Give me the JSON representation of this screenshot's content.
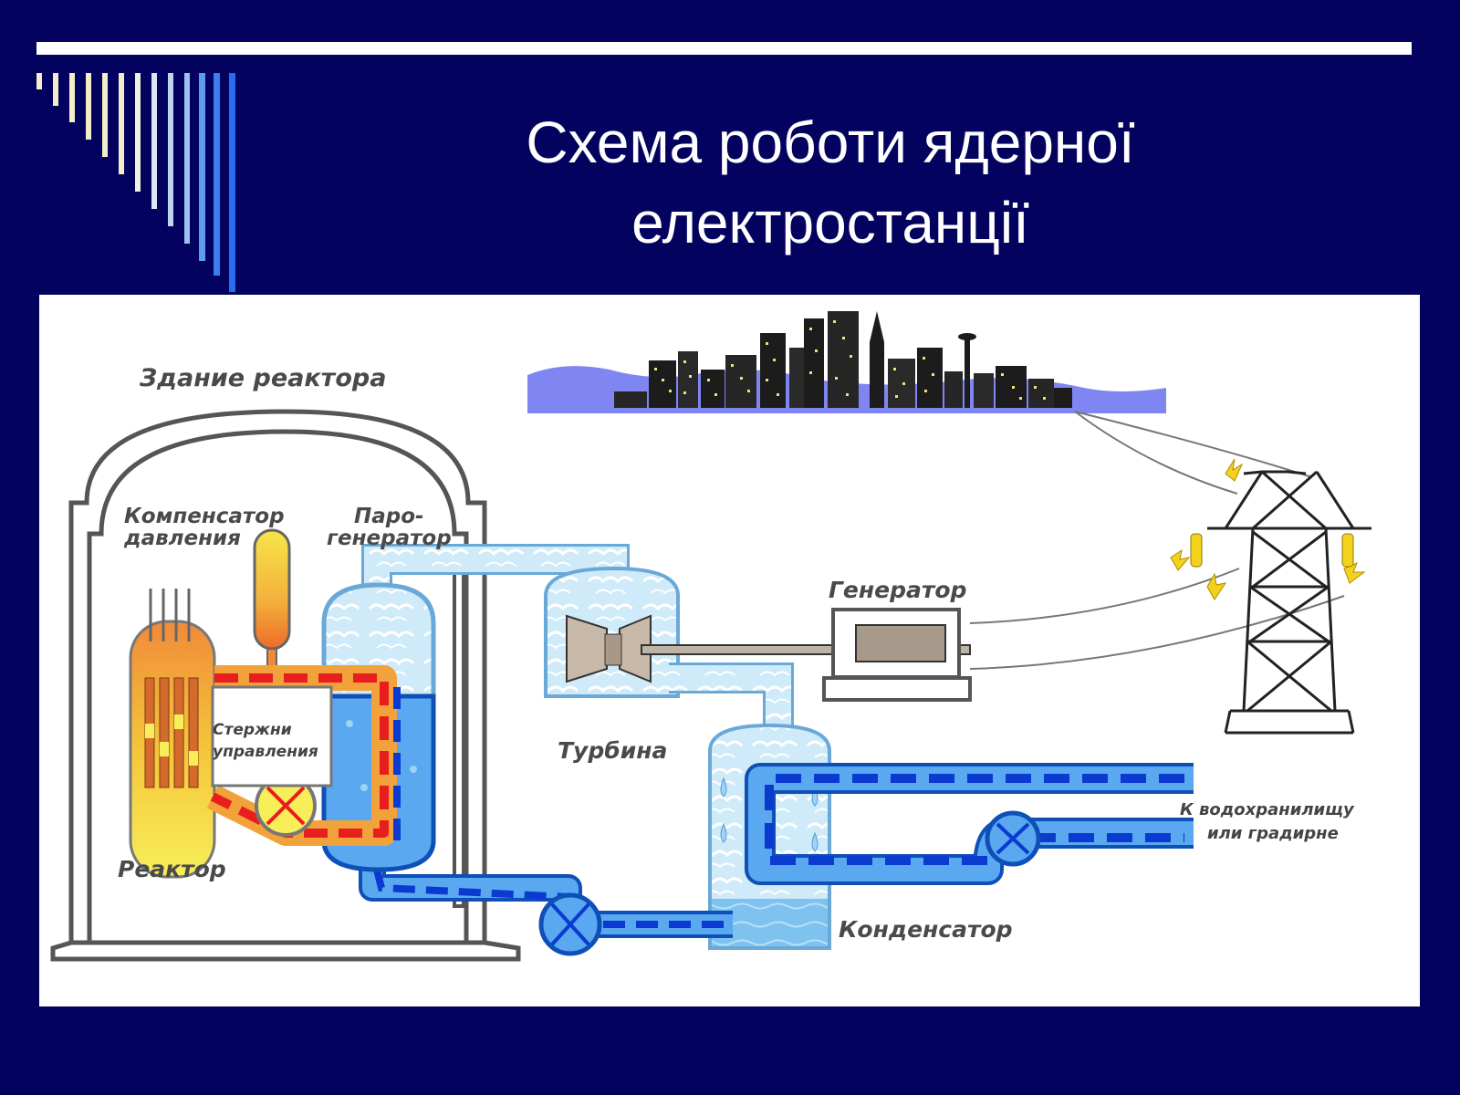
{
  "slide": {
    "title_line1": "Схема роботи ядерної",
    "title_line2": "електростанції",
    "background_color": "#03035f"
  },
  "diagram": {
    "labels": {
      "reactor_building": "Здание реактора",
      "pressurizer_line1": "Компенсатор",
      "pressurizer_line2": "давления",
      "steam_gen_line1": "Паро-",
      "steam_gen_line2": "генератор",
      "control_rods_line1": "Стержни",
      "control_rods_line2": "управления",
      "reactor": "Реактор",
      "turbine": "Турбина",
      "generator": "Генератор",
      "condenser": "Конденсатор",
      "reservoir_line1": "К водохранилищу",
      "reservoir_line2": "или градирне"
    },
    "colors": {
      "hot_loop": "#e81e1e",
      "cold_loop": "#1a5fe8",
      "steam": "#bfe4f7",
      "reactor_core": "#f5e83b",
      "rods": "#d46a2c"
    }
  }
}
